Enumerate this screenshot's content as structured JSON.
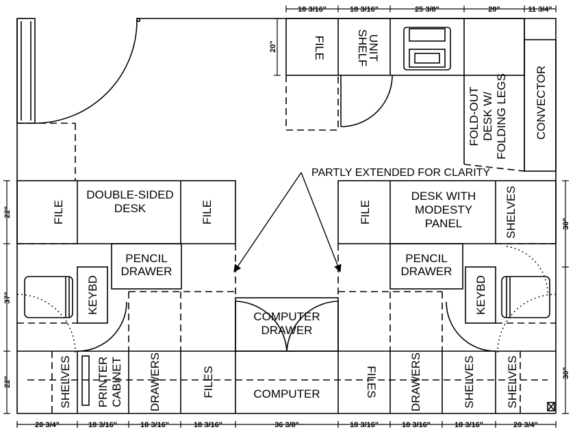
{
  "annotation": "PARTLY EXTENDED FOR CLARITY",
  "labels": {
    "file_top": "FILE",
    "shelf_unit_1": "SHELF",
    "shelf_unit_2": "UNIT",
    "foldout_1": "FOLD-OUT",
    "foldout_2": "DESK W/",
    "foldout_3": "FOLDING LEGS",
    "convector": "CONVECTOR",
    "file_left_1": "FILE",
    "double_desk_1": "DOUBLE-SIDED",
    "double_desk_2": "DESK",
    "file_left_2": "FILE",
    "file_right_1": "FILE",
    "modesty_desk_1": "DESK WITH",
    "modesty_desk_2": "MODESTY",
    "modesty_desk_3": "PANEL",
    "shelves_right_top": "SHELVES",
    "pencil_left_1": "PENCIL",
    "pencil_left_2": "DRAWER",
    "pencil_right_1": "PENCIL",
    "pencil_right_2": "DRAWER",
    "keybd_left": "KEYBD",
    "keybd_right": "KEYBD",
    "computer_drawer_1": "COMPUTER",
    "computer_drawer_2": "DRAWER",
    "shelves_bottom_1": "SHELVES",
    "printer_1": "PRINTER",
    "printer_2": "CABINET",
    "drawers_1": "DRAWERS",
    "files_1": "FILES",
    "computer": "COMPUTER",
    "files_2": "FILES",
    "drawers_2": "DRAWERS",
    "shelves_bottom_2": "SHELVES",
    "shelves_bottom_3": "SHELVES"
  },
  "dimensions": {
    "top": [
      "18 3/16\"",
      "18 3/16\"",
      "25 3/8\"",
      "20\"",
      "11 3/4\""
    ],
    "bottom": [
      "20 3/4\"",
      "18 3/16\"",
      "18 3/16\"",
      "18 3/16\"",
      "36 3/8\"",
      "18 3/16\"",
      "18 3/16\"",
      "18 3/16\"",
      "20 3/4\""
    ],
    "left": [
      "22\"",
      "37\"",
      "22\""
    ],
    "right": [
      "30\"",
      "30\""
    ],
    "top_left": "20\""
  },
  "colors": {
    "line": "#000000",
    "background": "#ffffff"
  }
}
